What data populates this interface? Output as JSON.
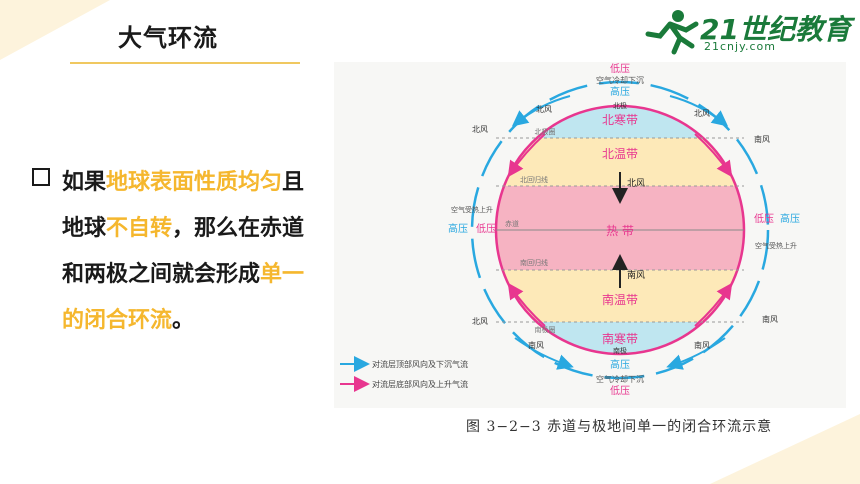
{
  "slide": {
    "title": "大气环流",
    "logo_text": "21世纪教育",
    "logo_url": "21cnjy.com",
    "paragraph": {
      "p1": "如果",
      "p2": "地球表面性质均匀",
      "p3": "且地球",
      "p4": "不自转",
      "p5": "，那么在赤道和两极之间就会形成",
      "p6": "单一的闭合环流",
      "p7": "。"
    },
    "caption": "图 3−2−3    赤道与极地间单一的闭合环流示意"
  },
  "diagram": {
    "top_low": "低压",
    "top_sink": "空气冷却下沉",
    "top_high": "高压",
    "north_pole": "北极",
    "north_cold": "北寒带",
    "arctic_circle": "北极圈",
    "north_temp": "北温带",
    "north_wind": "北风",
    "tropic_cancer": "北回归线",
    "equator": "赤道",
    "tropics": "热 带",
    "tropic_capricorn": "南回归线",
    "south_wind": "南风",
    "south_temp": "南温带",
    "antarctic_circle": "南极圈",
    "south_cold": "南寒带",
    "south_pole": "南极",
    "bottom_high": "高压",
    "bottom_sink": "空气冷却下沉",
    "bottom_low": "低压",
    "left_high": "高压",
    "left_low": "低压",
    "left_rise": "空气受热上升",
    "right_high": "高压",
    "right_low": "低压",
    "right_rise": "空气受热上升",
    "outer_wind_left_top": "北风",
    "outer_wind_left_bottom": "北风",
    "outer_wind_right_top": "南风",
    "outer_wind_right_bottom": "南风",
    "inner_wind_left_top": "北风",
    "inner_wind_right_top": "北风",
    "inner_wind_left_bottom": "南风",
    "inner_wind_right_bottom": "南风",
    "legend_upper": "对流层顶部风向及下沉气流",
    "legend_lower": "对流层底部风向及上升气流",
    "colors": {
      "upper": "#29a8e0",
      "lower": "#e8368f",
      "tropic": "#f6b3c2",
      "temperate": "#fde9b8",
      "polar": "#bfe6f0",
      "accent": "#f5b72e"
    }
  }
}
